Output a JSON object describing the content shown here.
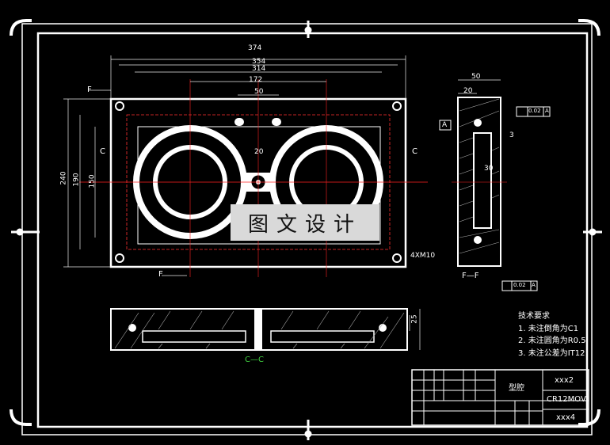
{
  "watermark": "图文设计",
  "dimensions": {
    "d374": "374",
    "d354": "354",
    "d314": "314",
    "d172": "172",
    "d50": "50",
    "d20": "20",
    "d240": "240",
    "d190": "190",
    "d150": "150",
    "d50h": "50",
    "d20b": "20",
    "d30": "30",
    "d3": "3",
    "d25": "25",
    "holes": "4XM10"
  },
  "section_labels": {
    "f_top": "F",
    "f_bottom": "F",
    "c_left": "C",
    "c_right": "C",
    "ff": "F—F",
    "cc": "C—C",
    "datum_a": "A"
  },
  "tolerances": {
    "parallel": "0.02",
    "perp": "0.02",
    "ref": "A"
  },
  "notes": {
    "title": "技术要求",
    "items": [
      "1. 未注倒角为C1",
      "2. 未注圆角为R0.5",
      "3. 未注公差为IT12"
    ]
  },
  "title_block": {
    "part_name": "型腔",
    "drawing_no": "xxx2",
    "material": "CR12MOV",
    "code": "xxx4"
  },
  "colors": {
    "lines": "#ffffff",
    "center": "#ff2020",
    "dims": "#e8e8e8",
    "section_label": "#40d040"
  }
}
